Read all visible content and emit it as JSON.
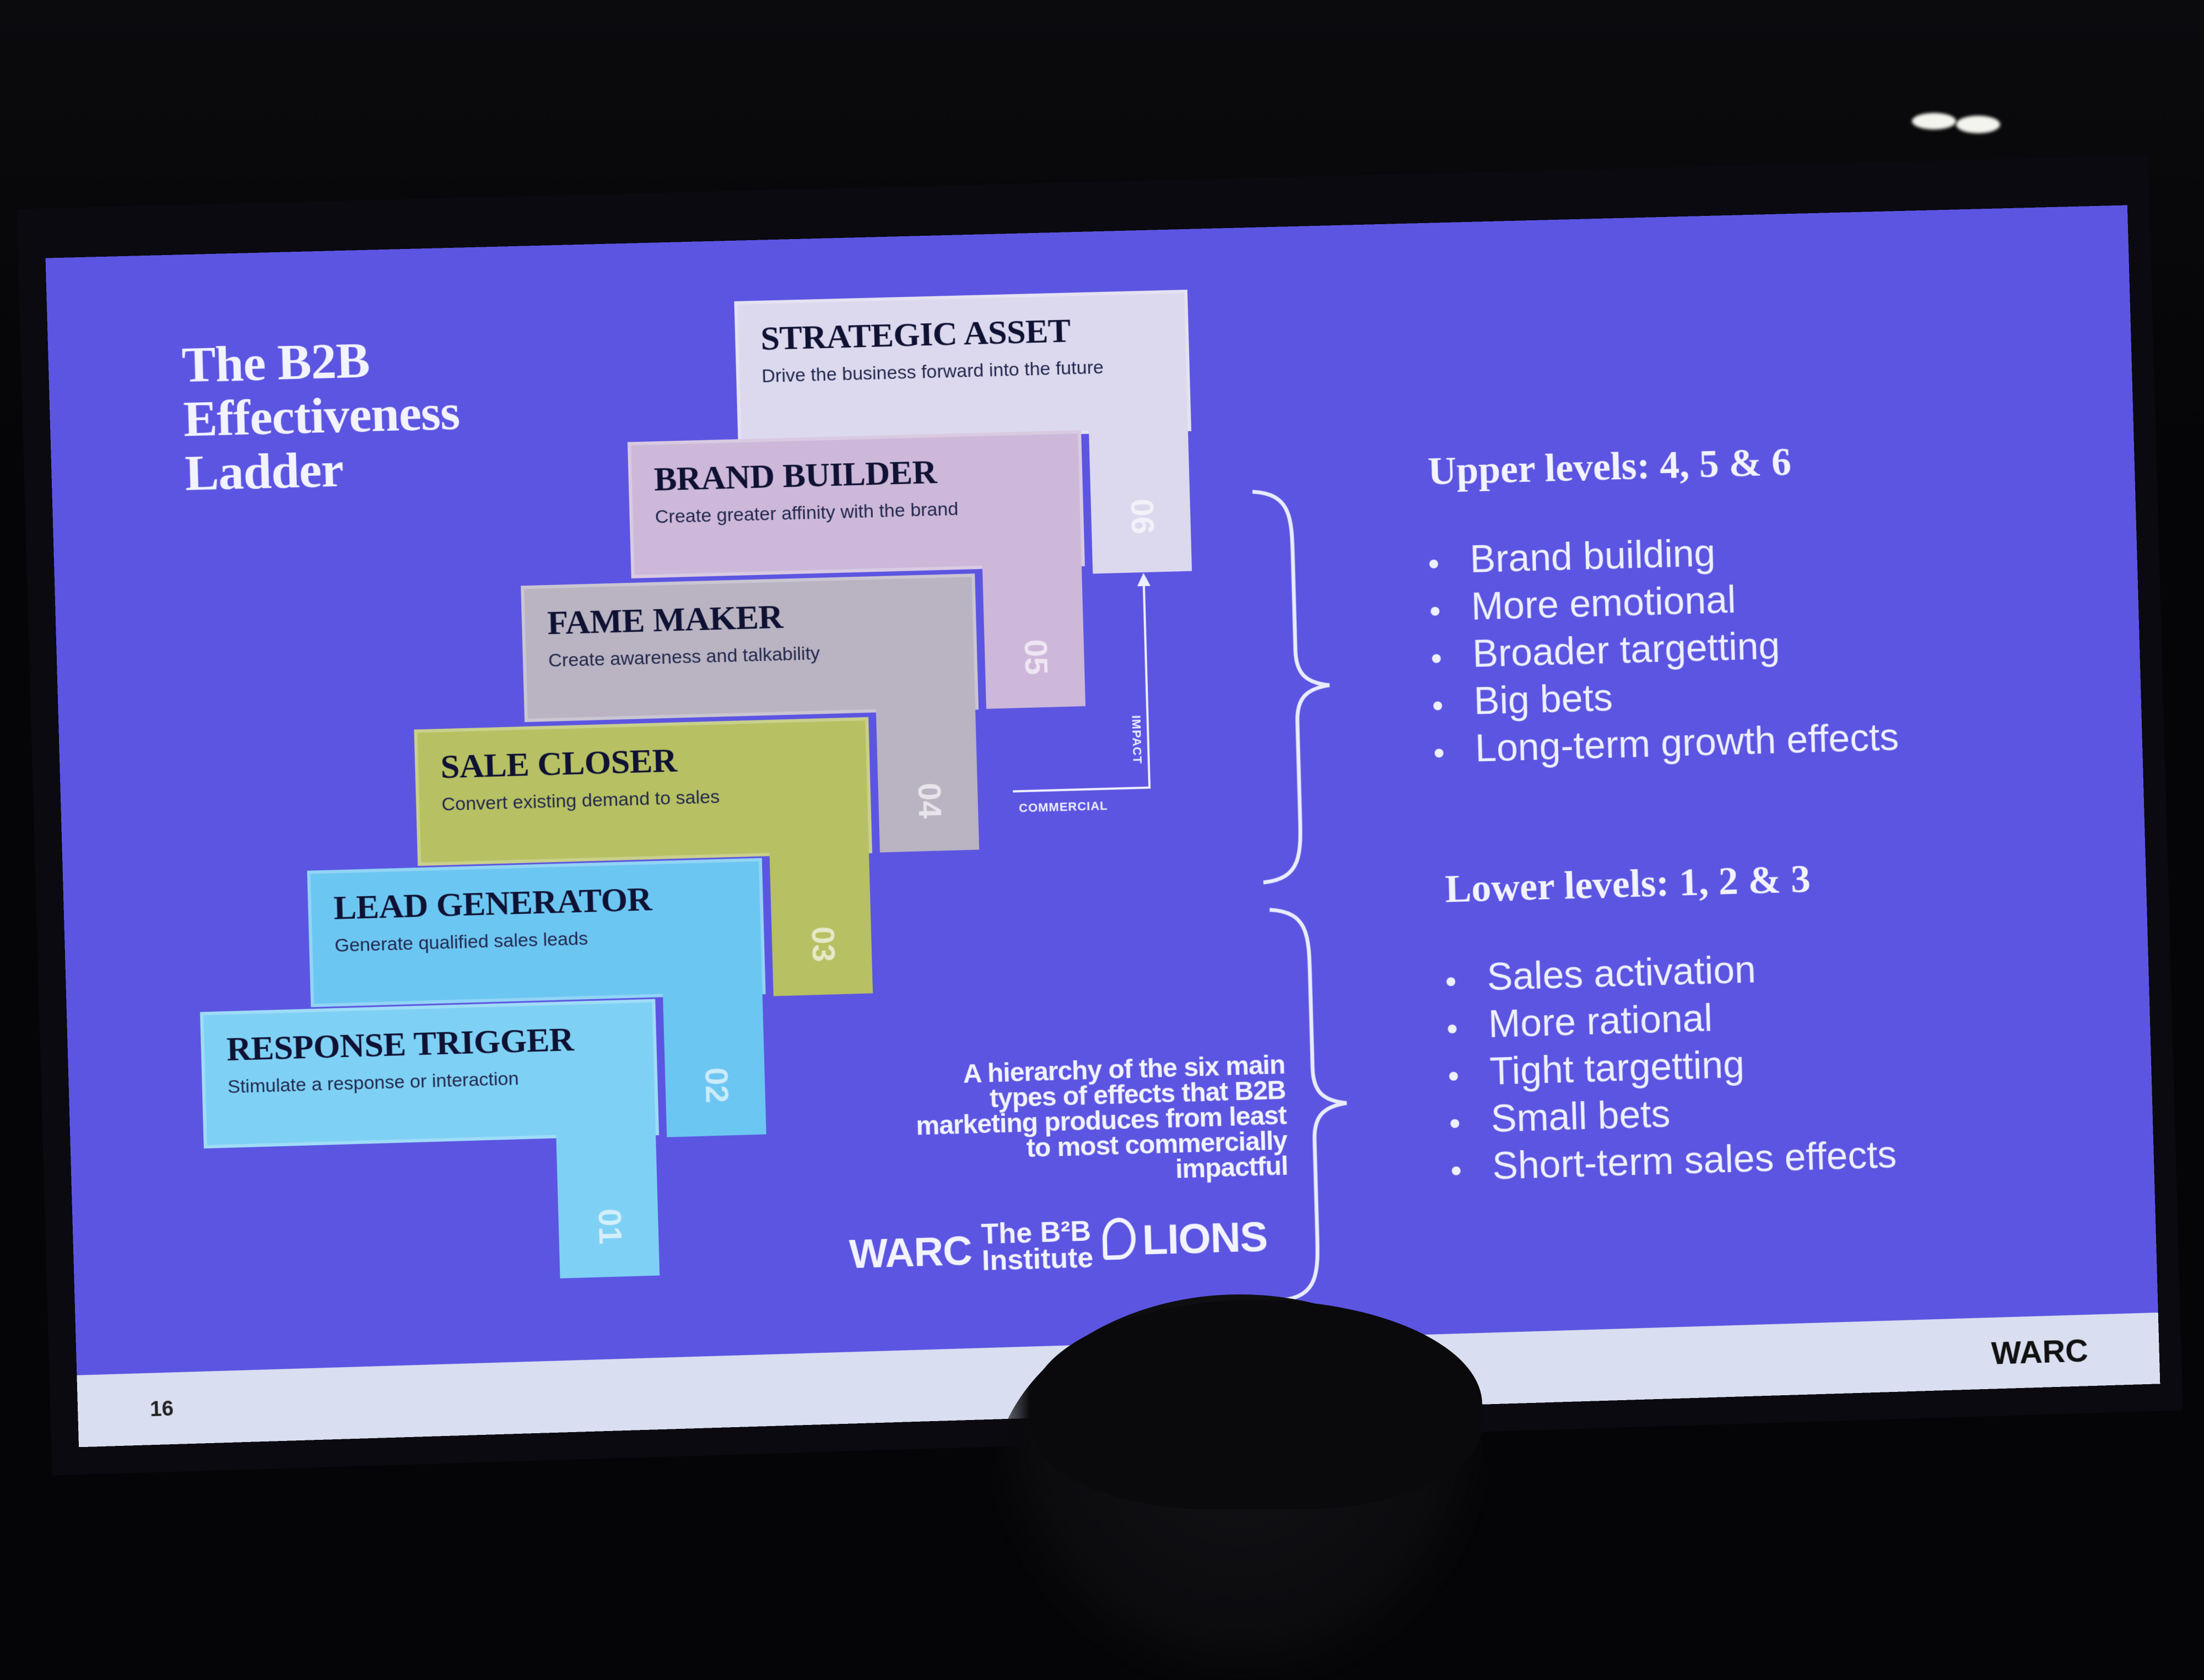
{
  "slide": {
    "title_lines": [
      "The B2B",
      "Effectiveness",
      "Ladder"
    ],
    "background_color": "#5c55e2",
    "page_number": "16",
    "footer_logo": "WARC"
  },
  "ladder": {
    "steps": [
      {
        "number": "01",
        "title": "RESPONSE TRIGGER",
        "description": "Stimulate a response or interaction",
        "color": "#7fd0f5"
      },
      {
        "number": "02",
        "title": "LEAD GENERATOR",
        "description": "Generate qualified sales leads",
        "color": "#6cc6f2"
      },
      {
        "number": "03",
        "title": "SALE CLOSER",
        "description": "Convert existing demand to sales",
        "color": "#b7c063"
      },
      {
        "number": "04",
        "title": "FAME MAKER",
        "description": "Create awareness and talkability",
        "color": "#b9b3c2"
      },
      {
        "number": "05",
        "title": "BRAND BUILDER",
        "description": "Create greater affinity with the brand",
        "color": "#cdb8d9"
      },
      {
        "number": "06",
        "title": "STRATEGIC ASSET",
        "description": "Drive the business forward into the future",
        "color": "#dcd9ee"
      }
    ],
    "axis_labels": [
      "COMMERCIAL",
      "IMPACT"
    ],
    "caption": "A hierarchy of the six main types of effects that B2B marketing produces from least to most commercially impactful"
  },
  "partners": {
    "warc": "WARC",
    "b2b_institute": [
      "The B²B",
      "Institute"
    ],
    "lions": "LIONS"
  },
  "groups": {
    "upper": {
      "heading": "Upper levels: 4, 5 & 6",
      "items": [
        "Brand building",
        "More emotional",
        "Broader targetting",
        "Big bets",
        "Long-term growth effects"
      ]
    },
    "lower": {
      "heading": "Lower levels: 1, 2 & 3",
      "items": [
        "Sales activation",
        "More rational",
        "Tight targetting",
        "Small bets",
        "Short-term sales effects"
      ]
    }
  }
}
